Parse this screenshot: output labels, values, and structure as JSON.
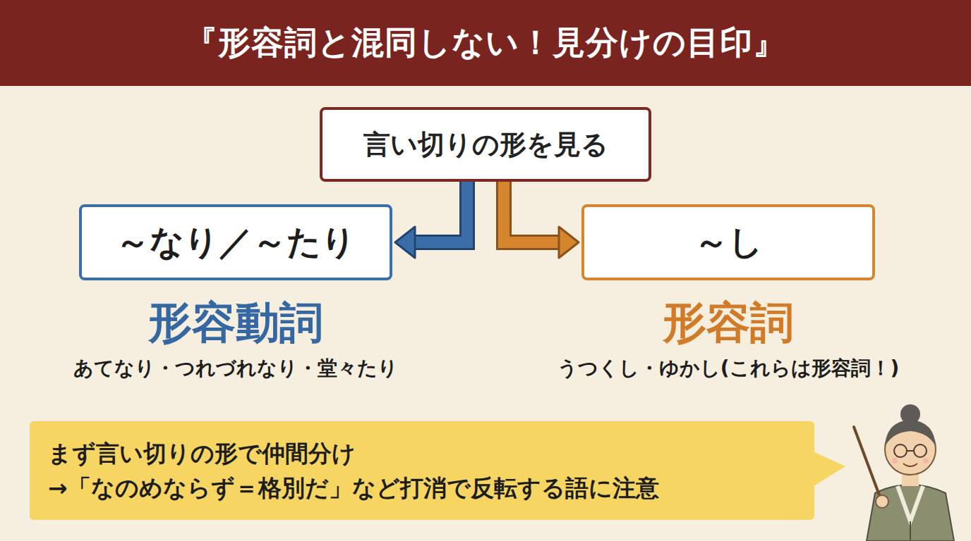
{
  "diagram": {
    "title": "『形容詞と混同しない！見分けの目印』",
    "nodes": [
      {
        "text": [
          "言い切りの形を見る"
        ]
      },
      {
        "text": [
          "～なり／～たり",
          "形容動詞",
          "あてなり・つれづれなり・堂々たり"
        ]
      },
      {
        "text": [
          "～し",
          "形容詞",
          "うつくし・ゆかし(これらは形容詞！)"
        ]
      },
      {
        "text": [
          "まず言い切りの形で仲間分け",
          "→「なのめならず＝格別だ」など打消で反転する語に注意"
        ]
      }
    ],
    "edges": [
      {
        "from": 0,
        "to": 1,
        "arrow": "to"
      },
      {
        "from": 0,
        "to": 2,
        "arrow": "to"
      }
    ]
  }
}
